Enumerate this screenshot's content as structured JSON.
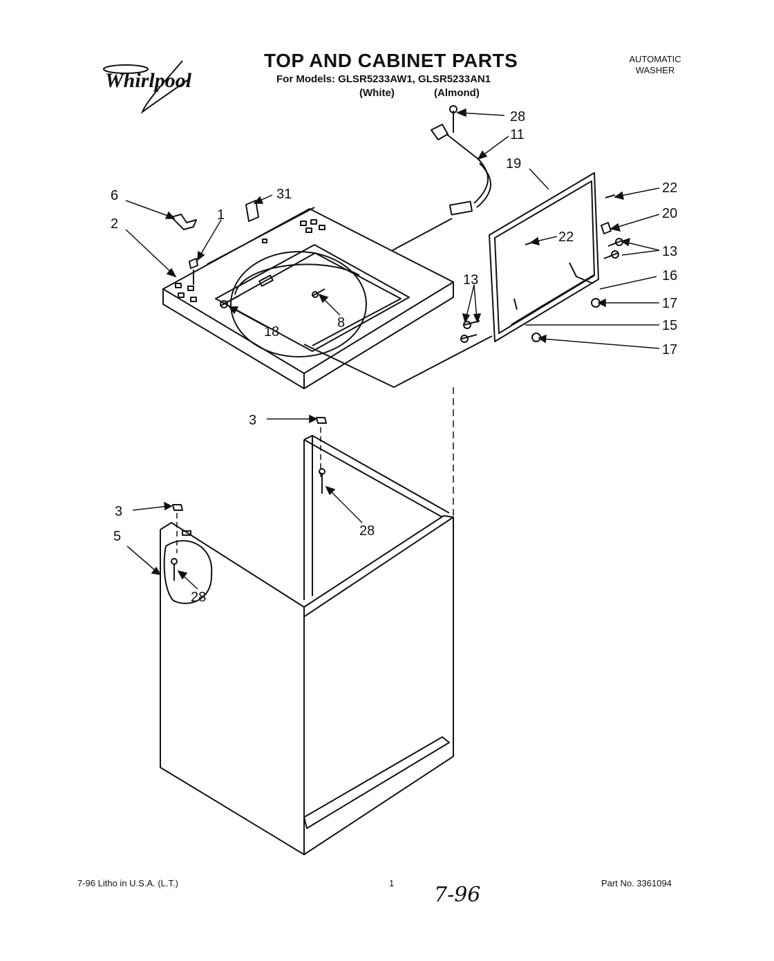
{
  "header": {
    "brand": "Whirlpool",
    "title": "TOP AND CABINET PARTS",
    "models": "For Models: GLSR5233AW1, GLSR5233AN1",
    "color_white": "(White)",
    "color_almond": "(Almond)",
    "product_line1": "AUTOMATIC",
    "product_line2": "WASHER"
  },
  "callouts": {
    "c28a": "28",
    "c11": "11",
    "c19": "19",
    "c22a": "22",
    "c20": "20",
    "c22b": "22",
    "c13a": "13",
    "c16": "16",
    "c13b": "13",
    "c17a": "17",
    "c15": "15",
    "c17b": "17",
    "c6": "6",
    "c31": "31",
    "c1": "1",
    "c2": "2",
    "c8": "8",
    "c18": "18",
    "c3a": "3",
    "c3b": "3",
    "c28b": "28",
    "c5": "5",
    "c28c": "28"
  },
  "footer": {
    "litho": "7-96 Litho in U.S.A. (L.T.)",
    "page": "1",
    "part_no": "Part No. 3361094",
    "handwritten": "7-96"
  }
}
